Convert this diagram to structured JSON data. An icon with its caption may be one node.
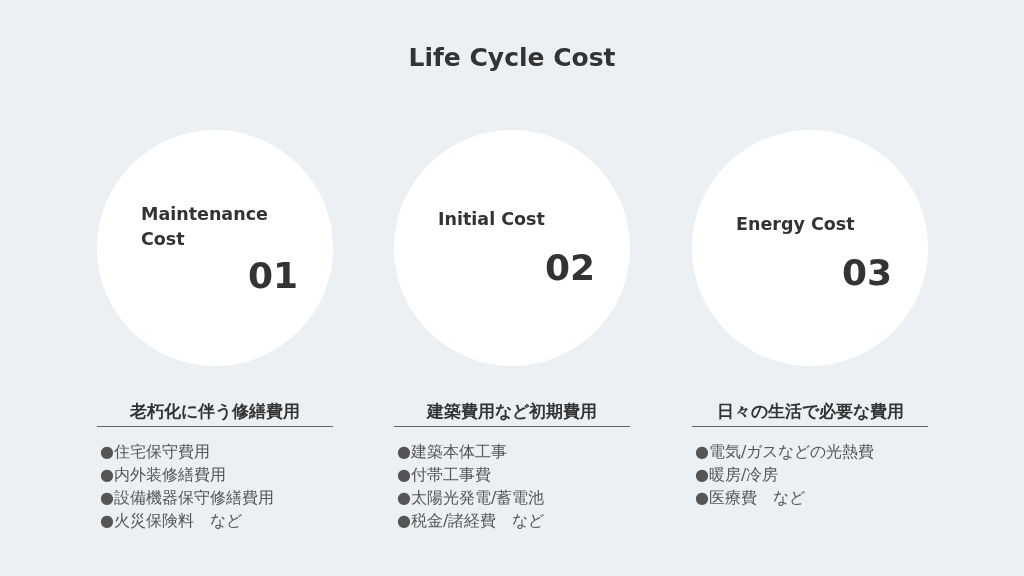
{
  "diagram": {
    "title": "Life Cycle Cost",
    "nodes": [
      {
        "text": [
          "Maintenance Cost",
          "01"
        ],
        "beside": [
          "老朽化に伴う修繕費用",
          "●住宅保守費用",
          "●内外装修繕費用",
          "●設備機器保守修繕費用",
          "●火災保険料　など"
        ]
      },
      {
        "text": [
          "Initial Cost",
          "02"
        ],
        "beside": [
          "建築費用など初期費用",
          "●建築本体工事",
          "●付帯工事費",
          "●太陽光発電/蓄電池",
          "●税金/諸経費　など"
        ]
      },
      {
        "text": [
          "Energy Cost",
          "03"
        ],
        "beside": [
          "日々の生活で必要な費用",
          "●電気/ガスなどの光熱費",
          "●暖房/冷房",
          "●医療費　など"
        ]
      }
    ],
    "edges": []
  }
}
